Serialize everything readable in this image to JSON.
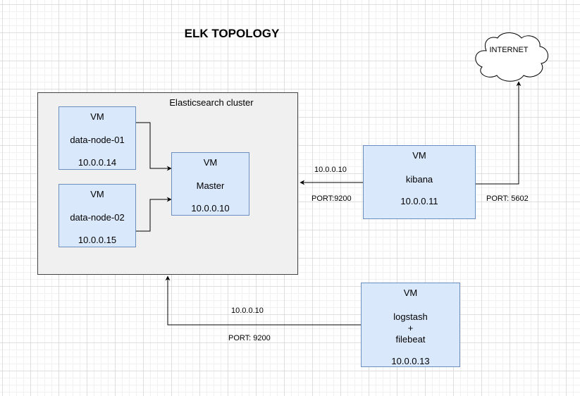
{
  "title": "ELK TOPOLOGY",
  "cluster": {
    "label": "Elasticsearch cluster"
  },
  "nodes": {
    "data_node_01": {
      "type": "VM",
      "name": "data-node-01",
      "ip": "10.0.0.14"
    },
    "data_node_02": {
      "type": "VM",
      "name": "data-node-02",
      "ip": "10.0.0.15"
    },
    "master": {
      "type": "VM",
      "name": "Master",
      "ip": "10.0.0.10"
    },
    "kibana": {
      "type": "VM",
      "name": "kibana",
      "ip": "10.0.0.11"
    },
    "logstash": {
      "type": "VM",
      "name_line1": "logstash",
      "name_line2": "+",
      "name_line3": "filebeat",
      "ip": "10.0.0.13"
    }
  },
  "internet": {
    "label": "INTERNET"
  },
  "edges": {
    "kibana_to_cluster": {
      "ip": "10.0.0.10",
      "port": "PORT:9200"
    },
    "kibana_to_internet": {
      "port": "PORT: 5602"
    },
    "logstash_to_cluster": {
      "ip": "10.0.0.10",
      "port": "PORT: 9200"
    }
  },
  "colors": {
    "vm_fill": "#dae8fc",
    "vm_stroke": "#6c8ebf",
    "cluster_fill": "#f0f0f0",
    "line": "#000000"
  }
}
